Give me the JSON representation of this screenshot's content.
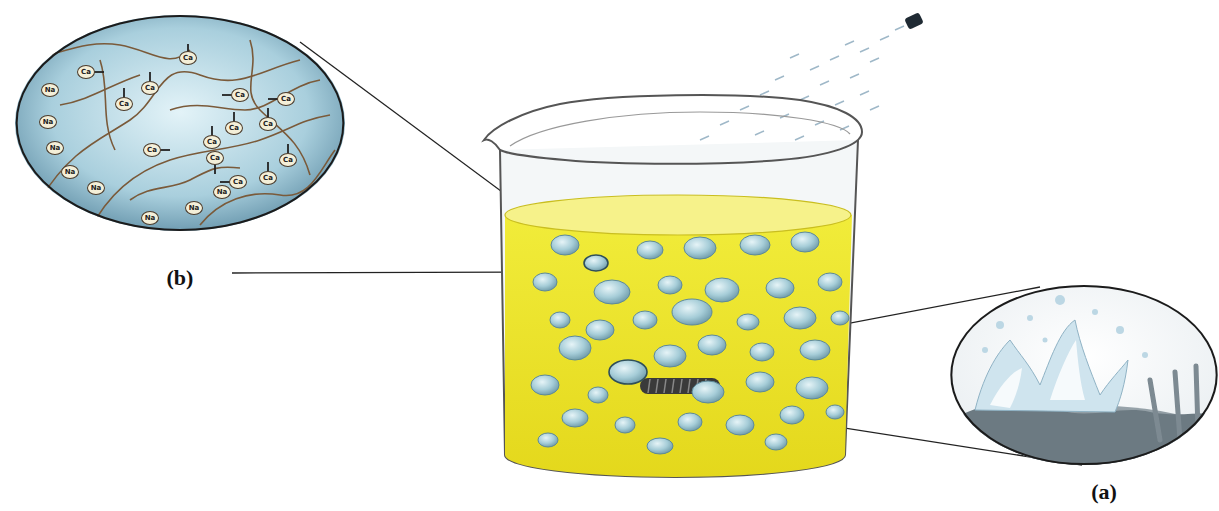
{
  "diagram": {
    "nodes": [
      {
        "text": [
          "(b)"
        ]
      },
      {
        "text": [
          "Ca"
        ],
        "in": 0
      },
      {
        "text": [
          "Ca"
        ],
        "in": 0
      },
      {
        "text": [
          "Ca"
        ],
        "in": 0
      },
      {
        "text": [
          "Ca"
        ],
        "in": 0
      },
      {
        "text": [
          "Ca"
        ],
        "in": 0
      },
      {
        "text": [
          "Ca"
        ],
        "in": 0
      },
      {
        "text": [
          "Ca"
        ],
        "in": 0
      },
      {
        "text": [
          "Ca"
        ],
        "in": 0
      },
      {
        "text": [
          "Ca"
        ],
        "in": 0
      },
      {
        "text": [
          "Ca"
        ],
        "in": 0
      },
      {
        "text": [
          "Ca"
        ],
        "in": 0
      },
      {
        "text": [
          "Ca"
        ],
        "in": 0
      },
      {
        "text": [
          "Ca"
        ],
        "in": 0
      },
      {
        "text": [
          "Ca"
        ],
        "in": 0
      },
      {
        "text": [
          "Na"
        ],
        "in": 0
      },
      {
        "text": [
          "Na"
        ],
        "in": 0
      },
      {
        "text": [
          "Na"
        ],
        "in": 0
      },
      {
        "text": [
          "Na"
        ],
        "in": 0
      },
      {
        "text": [
          "Na"
        ],
        "in": 0
      },
      {
        "text": [
          "Na"
        ],
        "in": 0
      },
      {
        "text": [
          "Na"
        ],
        "in": 0
      },
      {
        "text": [
          "Na"
        ],
        "in": 0
      },
      {
        "text": [
          "(a)"
        ]
      }
    ]
  }
}
